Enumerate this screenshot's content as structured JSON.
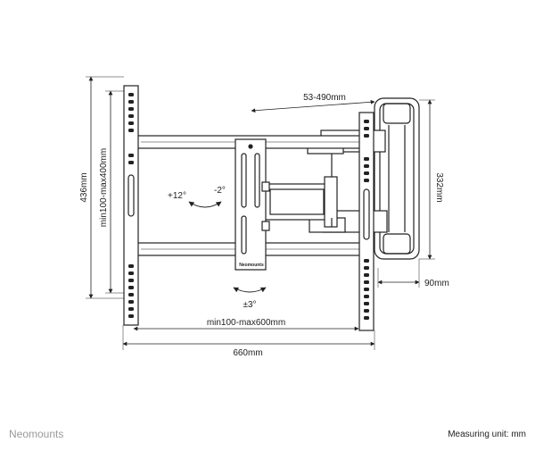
{
  "dimensions": {
    "height_total": "436mm",
    "height_pattern": "min100-max400mm",
    "depth_range": "53-490mm",
    "arm_height": "332mm",
    "depth_min": "90mm",
    "width_pattern": "min100-max600mm",
    "width_total": "660mm"
  },
  "angles": {
    "tilt_up": "+12°",
    "tilt_down": "-2°",
    "rotate": "±3°"
  },
  "plate_label": "Neomounts",
  "footer": {
    "brand": "Neomounts",
    "unit_note": "Measuring unit: mm"
  },
  "colors": {
    "line": "#222222",
    "light_line": "#555555",
    "brand_gray": "#9a9a9a"
  }
}
